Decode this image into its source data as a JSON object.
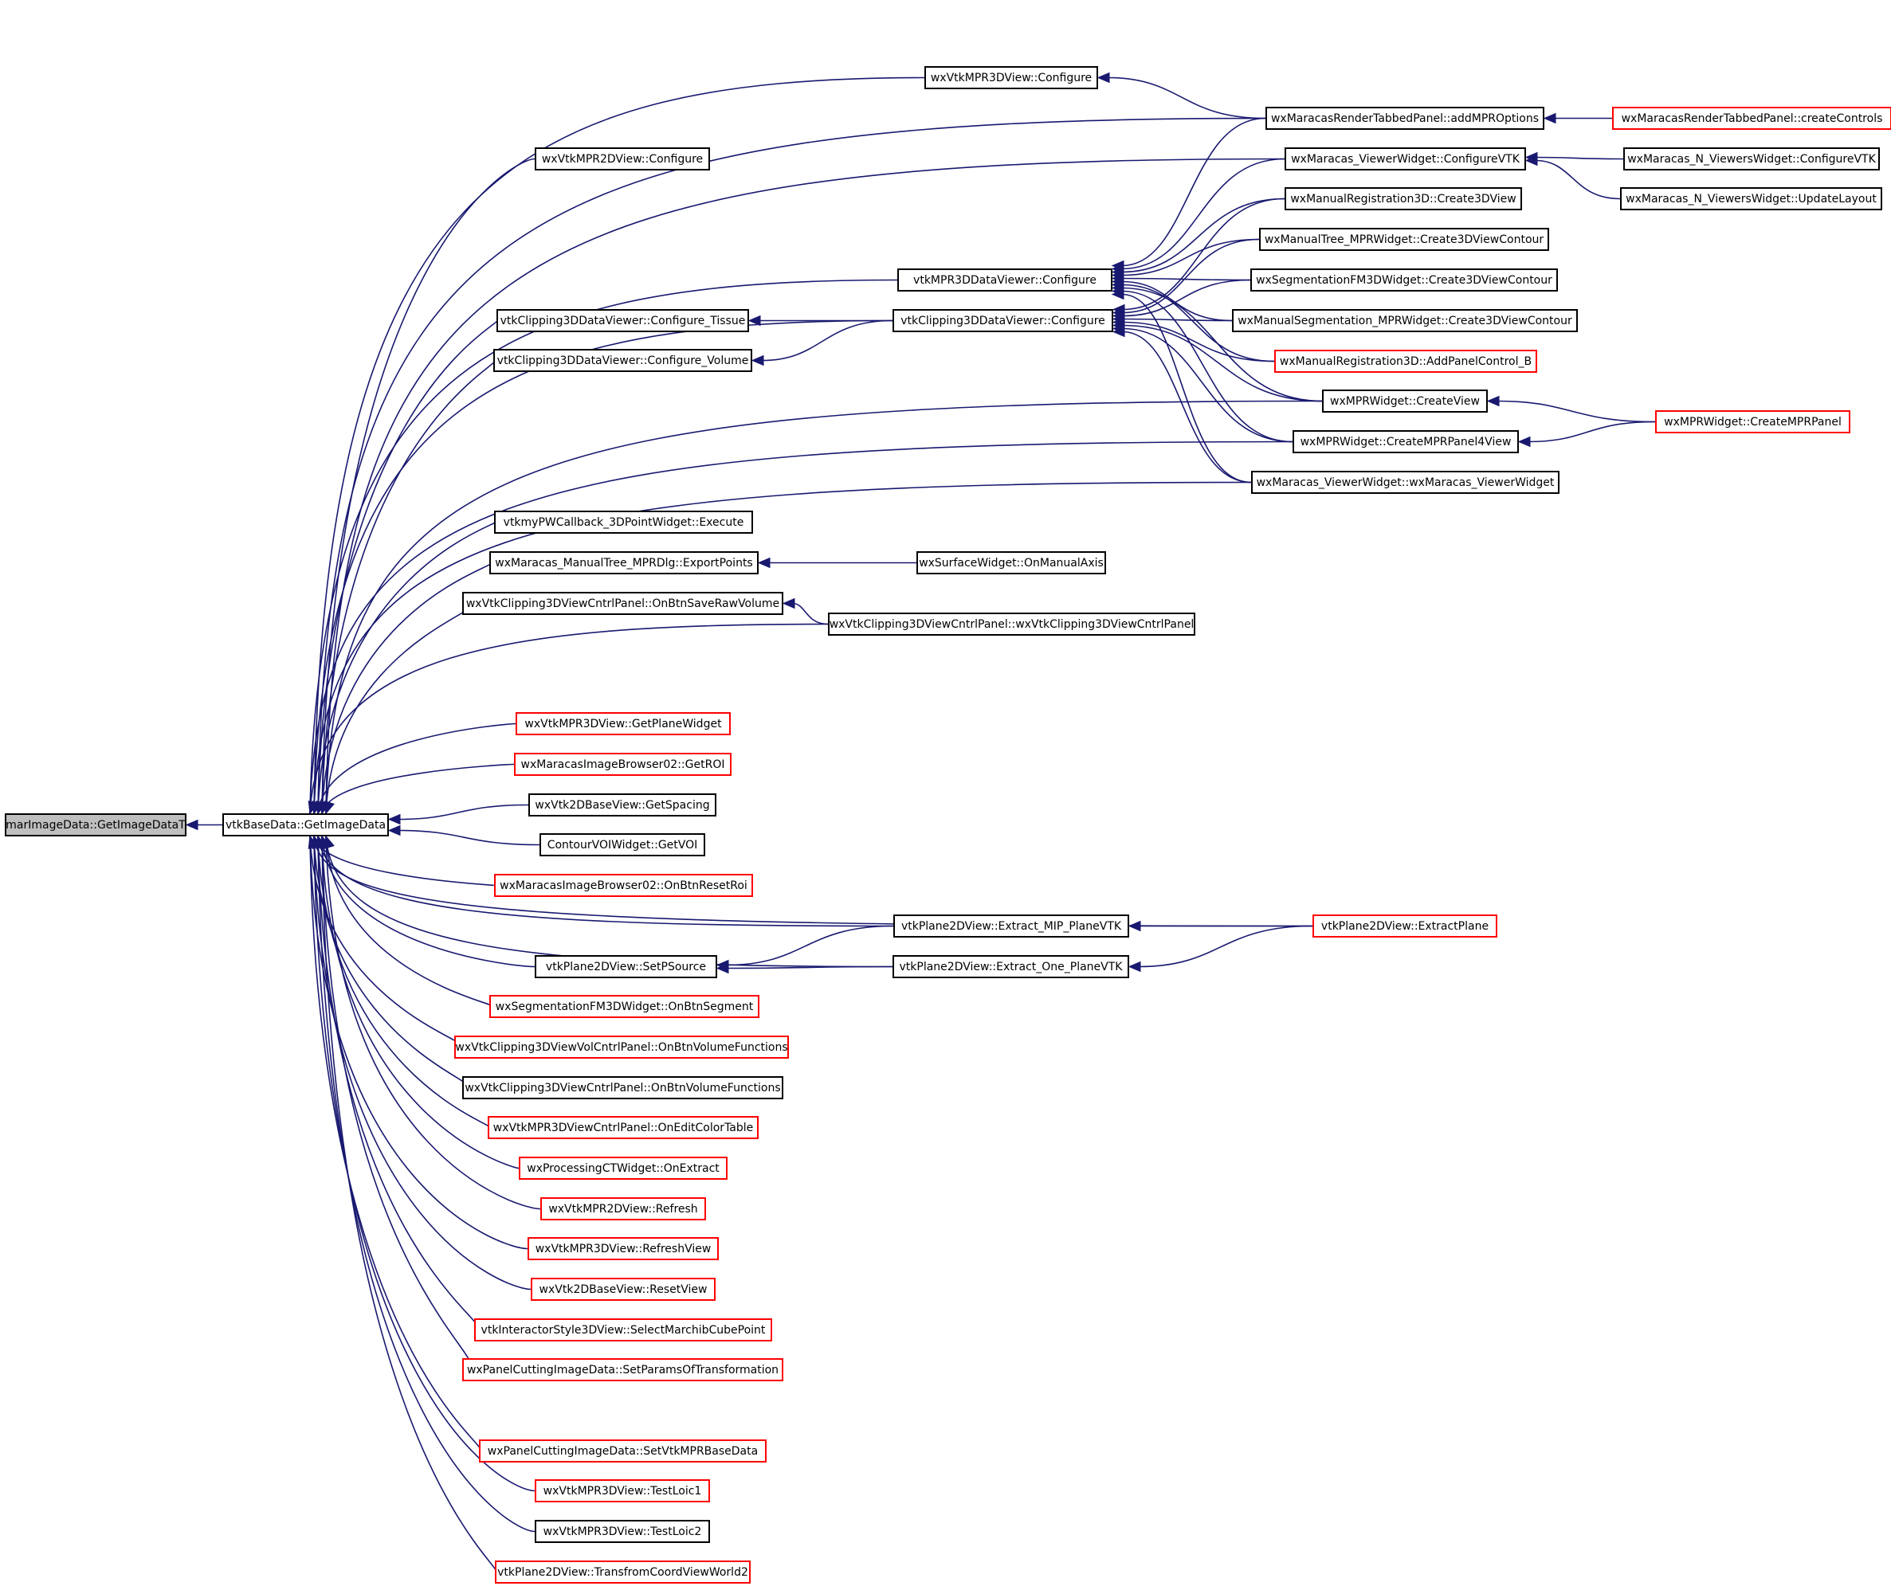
{
  "diagram": {
    "type": "caller-graph",
    "title": "marImageData::GetImageDataT",
    "colors": {
      "edge": "#191970",
      "border_documented": "#000000",
      "border_undocumented": "#ff0000",
      "root_fill": "#bfbfbf"
    },
    "nodes": [
      {
        "id": "n0",
        "label": "marImageData::GetImageDataT",
        "style": "root"
      },
      {
        "id": "n1",
        "label": "vtkBaseData::GetImageData",
        "style": "black"
      },
      {
        "id": "n2",
        "label": "wxVtkMPR3DView::Configure",
        "style": "black"
      },
      {
        "id": "n3",
        "label": "wxMaracasRenderTabbedPanel::addMPROptions",
        "style": "black"
      },
      {
        "id": "n4",
        "label": "wxMaracasRenderTabbedPanel::createControls",
        "style": "red"
      },
      {
        "id": "n5",
        "label": "wxVtkMPR2DView::Configure",
        "style": "black"
      },
      {
        "id": "n6",
        "label": "wxMaracas_ViewerWidget::ConfigureVTK",
        "style": "black"
      },
      {
        "id": "n7",
        "label": "wxMaracas_N_ViewersWidget::ConfigureVTK",
        "style": "black"
      },
      {
        "id": "n8",
        "label": "wxMaracas_N_ViewersWidget::UpdateLayout",
        "style": "black"
      },
      {
        "id": "n9",
        "label": "wxManualRegistration3D::Create3DView",
        "style": "black"
      },
      {
        "id": "n10",
        "label": "wxManualTree_MPRWidget::Create3DViewContour",
        "style": "black"
      },
      {
        "id": "n11",
        "label": "vtkMPR3DDataViewer::Configure",
        "style": "black"
      },
      {
        "id": "n12",
        "label": "wxSegmentationFM3DWidget::Create3DViewContour",
        "style": "black"
      },
      {
        "id": "n13",
        "label": "vtkClipping3DDataViewer::Configure_Tissue",
        "style": "black"
      },
      {
        "id": "n14",
        "label": "vtkClipping3DDataViewer::Configure",
        "style": "black"
      },
      {
        "id": "n15",
        "label": "wxManualSegmentation_MPRWidget::Create3DViewContour",
        "style": "black"
      },
      {
        "id": "n16",
        "label": "vtkClipping3DDataViewer::Configure_Volume",
        "style": "black"
      },
      {
        "id": "n17",
        "label": "wxManualRegistration3D::AddPanelControl_B",
        "style": "red"
      },
      {
        "id": "n18",
        "label": "wxMPRWidget::CreateView",
        "style": "black"
      },
      {
        "id": "n19",
        "label": "wxMPRWidget::CreateMPRPanel",
        "style": "red"
      },
      {
        "id": "n20",
        "label": "wxMPRWidget::CreateMPRPanel4View",
        "style": "black"
      },
      {
        "id": "n21",
        "label": "wxMaracas_ViewerWidget::wxMaracas_ViewerWidget",
        "style": "black"
      },
      {
        "id": "n22",
        "label": "vtkmyPWCallback_3DPointWidget::Execute",
        "style": "black"
      },
      {
        "id": "n23",
        "label": "wxMaracas_ManualTree_MPRDlg::ExportPoints",
        "style": "black"
      },
      {
        "id": "n24",
        "label": "wxSurfaceWidget::OnManualAxis",
        "style": "black"
      },
      {
        "id": "n25",
        "label": "wxVtkClipping3DViewCntrlPanel::OnBtnSaveRawVolume",
        "style": "black"
      },
      {
        "id": "n26",
        "label": "wxVtkClipping3DViewCntrlPanel::wxVtkClipping3DViewCntrlPanel",
        "style": "black"
      },
      {
        "id": "n27",
        "label": "wxVtkMPR3DView::GetPlaneWidget",
        "style": "red"
      },
      {
        "id": "n28",
        "label": "wxMaracasImageBrowser02::GetROI",
        "style": "red"
      },
      {
        "id": "n29",
        "label": "wxVtk2DBaseView::GetSpacing",
        "style": "black"
      },
      {
        "id": "n30",
        "label": "ContourVOIWidget::GetVOI",
        "style": "black"
      },
      {
        "id": "n31",
        "label": "wxMaracasImageBrowser02::OnBtnResetRoi",
        "style": "red"
      },
      {
        "id": "n32",
        "label": "vtkPlane2DView::Extract_MIP_PlaneVTK",
        "style": "black"
      },
      {
        "id": "n33",
        "label": "vtkPlane2DView::ExtractPlane",
        "style": "red"
      },
      {
        "id": "n34",
        "label": "vtkPlane2DView::SetPSource",
        "style": "black"
      },
      {
        "id": "n35",
        "label": "vtkPlane2DView::Extract_One_PlaneVTK",
        "style": "black"
      },
      {
        "id": "n36",
        "label": "wxSegmentationFM3DWidget::OnBtnSegment",
        "style": "red"
      },
      {
        "id": "n37",
        "label": "wxVtkClipping3DViewVolCntrlPanel::OnBtnVolumeFunctions",
        "style": "red"
      },
      {
        "id": "n38",
        "label": "wxVtkClipping3DViewCntrlPanel::OnBtnVolumeFunctions",
        "style": "black"
      },
      {
        "id": "n39",
        "label": "wxVtkMPR3DViewCntrlPanel::OnEditColorTable",
        "style": "red"
      },
      {
        "id": "n40",
        "label": "wxProcessingCTWidget::OnExtract",
        "style": "red"
      },
      {
        "id": "n41",
        "label": "wxVtkMPR2DView::Refresh",
        "style": "red"
      },
      {
        "id": "n42",
        "label": "wxVtkMPR3DView::RefreshView",
        "style": "red"
      },
      {
        "id": "n43",
        "label": "wxVtk2DBaseView::ResetView",
        "style": "red"
      },
      {
        "id": "n44",
        "label": "vtkInteractorStyle3DView::SelectMarchibCubePoint",
        "style": "red"
      },
      {
        "id": "n45",
        "label": "wxPanelCuttingImageData::SetParamsOfTransformation",
        "style": "red"
      },
      {
        "id": "n46",
        "label": "wxPanelCuttingImageData::SetVtkMPRBaseData",
        "style": "red"
      },
      {
        "id": "n47",
        "label": "wxVtkMPR3DView::TestLoic1",
        "style": "red"
      },
      {
        "id": "n48",
        "label": "wxVtkMPR3DView::TestLoic2",
        "style": "black"
      },
      {
        "id": "n49",
        "label": "vtkPlane2DView::TransfromCoordViewWorld2",
        "style": "red"
      }
    ],
    "edges": [
      [
        "n1",
        "n0"
      ],
      [
        "n2",
        "n1"
      ],
      [
        "n3",
        "n1"
      ],
      [
        "n5",
        "n1"
      ],
      [
        "n6",
        "n1"
      ],
      [
        "n11",
        "n1"
      ],
      [
        "n14",
        "n1"
      ],
      [
        "n13",
        "n1"
      ],
      [
        "n16",
        "n1"
      ],
      [
        "n18",
        "n1"
      ],
      [
        "n20",
        "n1"
      ],
      [
        "n21",
        "n1"
      ],
      [
        "n22",
        "n1"
      ],
      [
        "n23",
        "n1"
      ],
      [
        "n25",
        "n1"
      ],
      [
        "n26",
        "n1"
      ],
      [
        "n33",
        "n1"
      ],
      [
        "n27",
        "n1"
      ],
      [
        "n28",
        "n1"
      ],
      [
        "n29",
        "n1"
      ],
      [
        "n30",
        "n1"
      ],
      [
        "n31",
        "n1"
      ],
      [
        "n32",
        "n1"
      ],
      [
        "n34",
        "n1"
      ],
      [
        "n36",
        "n1"
      ],
      [
        "n37",
        "n1"
      ],
      [
        "n38",
        "n1"
      ],
      [
        "n39",
        "n1"
      ],
      [
        "n40",
        "n1"
      ],
      [
        "n41",
        "n1"
      ],
      [
        "n42",
        "n1"
      ],
      [
        "n43",
        "n1"
      ],
      [
        "n44",
        "n1"
      ],
      [
        "n45",
        "n1"
      ],
      [
        "n35",
        "n1"
      ],
      [
        "n46",
        "n1"
      ],
      [
        "n47",
        "n1"
      ],
      [
        "n48",
        "n1"
      ],
      [
        "n49",
        "n1"
      ],
      [
        "n3",
        "n2"
      ],
      [
        "n4",
        "n3"
      ],
      [
        "n7",
        "n6"
      ],
      [
        "n8",
        "n6"
      ],
      [
        "n3",
        "n11"
      ],
      [
        "n6",
        "n11"
      ],
      [
        "n9",
        "n11"
      ],
      [
        "n10",
        "n11"
      ],
      [
        "n12",
        "n11"
      ],
      [
        "n15",
        "n11"
      ],
      [
        "n17",
        "n11"
      ],
      [
        "n18",
        "n11"
      ],
      [
        "n20",
        "n11"
      ],
      [
        "n21",
        "n11"
      ],
      [
        "n9",
        "n14"
      ],
      [
        "n10",
        "n14"
      ],
      [
        "n12",
        "n14"
      ],
      [
        "n15",
        "n14"
      ],
      [
        "n17",
        "n14"
      ],
      [
        "n18",
        "n14"
      ],
      [
        "n20",
        "n14"
      ],
      [
        "n21",
        "n14"
      ],
      [
        "n14",
        "n13"
      ],
      [
        "n14",
        "n16"
      ],
      [
        "n19",
        "n18"
      ],
      [
        "n19",
        "n20"
      ],
      [
        "n24",
        "n23"
      ],
      [
        "n26",
        "n25"
      ],
      [
        "n32",
        "n34"
      ],
      [
        "n35",
        "n34"
      ],
      [
        "n33",
        "n32"
      ],
      [
        "n33",
        "n35"
      ]
    ]
  }
}
